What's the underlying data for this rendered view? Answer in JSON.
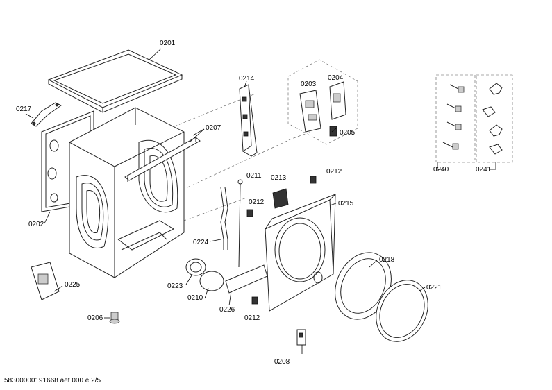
{
  "labels": {
    "p0201": "0201",
    "p0202": "0202",
    "p0203": "0203",
    "p0204": "0204",
    "p0205": "0205",
    "p0206": "0206",
    "p0207": "0207",
    "p0208": "0208",
    "p0210": "0210",
    "p0211": "0211",
    "p0212a": "0212",
    "p0212b": "0212",
    "p0212c": "0212",
    "p0213": "0213",
    "p0214": "0214",
    "p0215": "0215",
    "p0217": "0217",
    "p0218": "0218",
    "p0221": "0221",
    "p0223": "0223",
    "p0224": "0224",
    "p0225": "0225",
    "p0226": "0226",
    "p0240": "0240",
    "p0241": "0241"
  },
  "footer": "58300000191668 aet 000 e 2/5"
}
